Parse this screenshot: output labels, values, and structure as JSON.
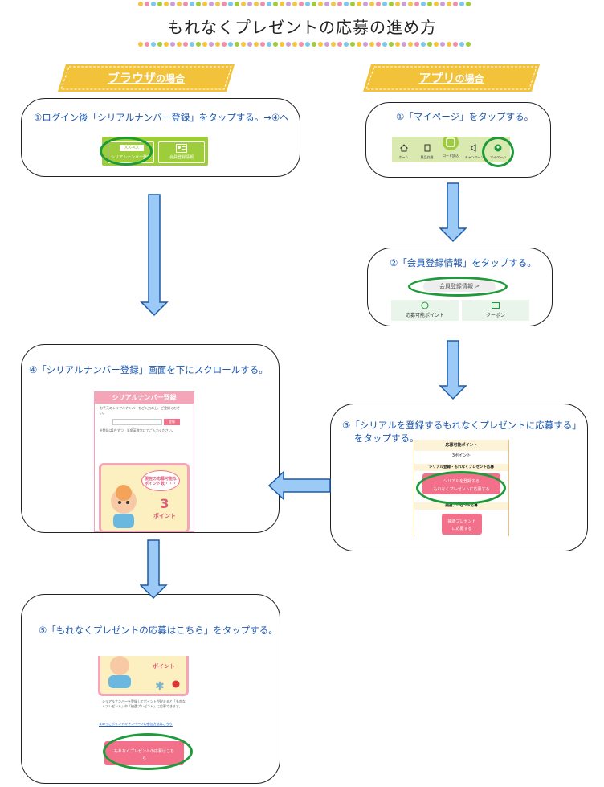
{
  "page_title": "もれなくプレゼントの応募の進め方",
  "ribbons": {
    "browser": {
      "main": "ブラウザ",
      "suffix": "の場合"
    },
    "app": {
      "main": "アプリ",
      "suffix": "の場合"
    }
  },
  "browser_step1": {
    "text": "①ログイン後「シリアルナンバー登録」をタップする。→④へ",
    "btn_serial_code": "XX-XX",
    "btn_serial_label": "シリアルナンバー登録",
    "btn_member_label": "会員登録情報"
  },
  "app_step1": {
    "text": "①「マイページ」をタップする。",
    "tabs": [
      "ホーム",
      "景品交換",
      "コード読込",
      "キャンペーン",
      "マイページ"
    ]
  },
  "app_step2": {
    "text": "②「会員登録情報」をタップする。",
    "pill": "会員登録情報 >",
    "left_label": "応募可能ポイント",
    "right_label": "クーポン"
  },
  "app_step3": {
    "text_line1": "③「シリアルを登録するもれなくプレゼントに応募する」",
    "text_line2": "をタップする。",
    "header": "応募可能ポイント",
    "points": "3ポイント",
    "section1": "シリアル登録・もれなくプレゼント応募",
    "btn1_line1": "シリアルを登録する",
    "btn1_line2": "もれなくプレゼントに応募する",
    "section2": "抽選プレゼント応募",
    "btn2_line1": "抽選プレゼント",
    "btn2_line2": "に応募する"
  },
  "step4": {
    "text": "④「シリアルナンバー登録」画面を下にスクロールする。",
    "header": "シリアルナンバー登録",
    "intro": "お手元のシリアルナンバーをご入力の上、ご登録ください。",
    "submit": "登録",
    "notes": "※登録は1件ずつ、半角英数字にてご入力ください。",
    "bubble": "現在の応募可能な ポイント数・・・",
    "points_num": "3",
    "points_unit": "ポイント"
  },
  "step5": {
    "text": "⑤「もれなくプレゼントの応募はこちら」をタップする。",
    "points_unit": "ポイント",
    "desc": "シリアルナンバーを登録してポイントが貯まると「もれなくプレゼント」や「抽選プレゼント」に応募できます。",
    "link": "まめっこポイントキャンペーンの参加方法はこちら",
    "btn_line1": "もれなくプレゼントの応募はこち",
    "btn_line2": "ら"
  }
}
